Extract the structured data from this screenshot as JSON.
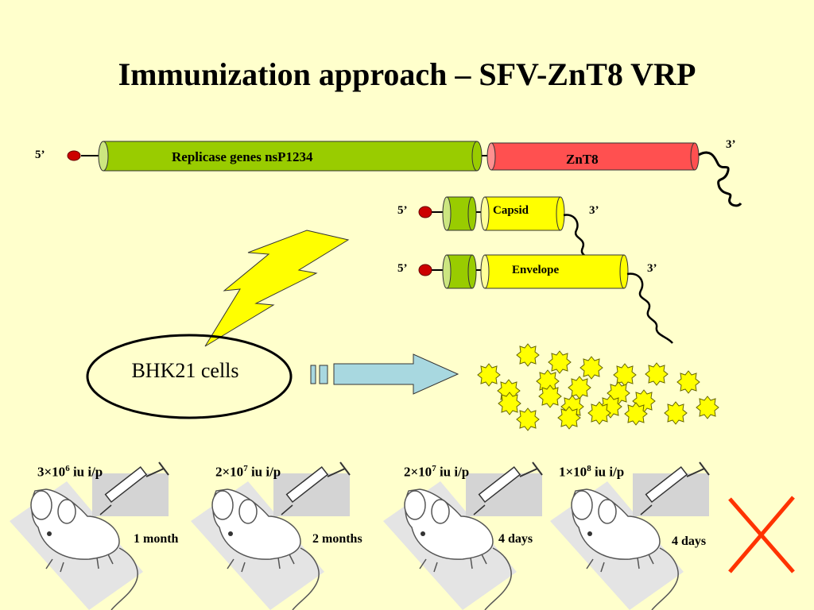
{
  "title": "Immunization approach – SFV-ZnT8 VRP",
  "construct_main": {
    "end5": "5’",
    "end3": "3’",
    "replicase_label": "Replicase genes nsP1234",
    "insert_label": "ZnT8"
  },
  "construct_capsid": {
    "end5": "5’",
    "end3": "3’",
    "label": "Capsid"
  },
  "construct_envelope": {
    "end5": "5’",
    "end3": "3’",
    "label": "Envelope"
  },
  "cells_label": "BHK21 cells",
  "doses": [
    {
      "mantissa": "3×10",
      "exp": "6",
      "unit": " iu  i/p",
      "time": "1 month"
    },
    {
      "mantissa": "2×10",
      "exp": "7",
      "unit": " iu i/p",
      "time": "2 months"
    },
    {
      "mantissa": "2×10",
      "exp": "7",
      "unit": " iu i/p",
      "time": "4 days"
    },
    {
      "mantissa": "1×10",
      "exp": "8",
      "unit": " iu i/p",
      "time": "4 days"
    }
  ],
  "colors": {
    "background": "#FFFFCC",
    "replicase": "#99CC00",
    "insert": "#FF5050",
    "structural": "#FFFF00",
    "arrow": "#A8D8E0",
    "cross": "#FF3300"
  },
  "icons": [
    "lightning-bolt-icon",
    "vrp-particle-icon",
    "mouse-icon",
    "syringe-icon",
    "cross-icon"
  ]
}
